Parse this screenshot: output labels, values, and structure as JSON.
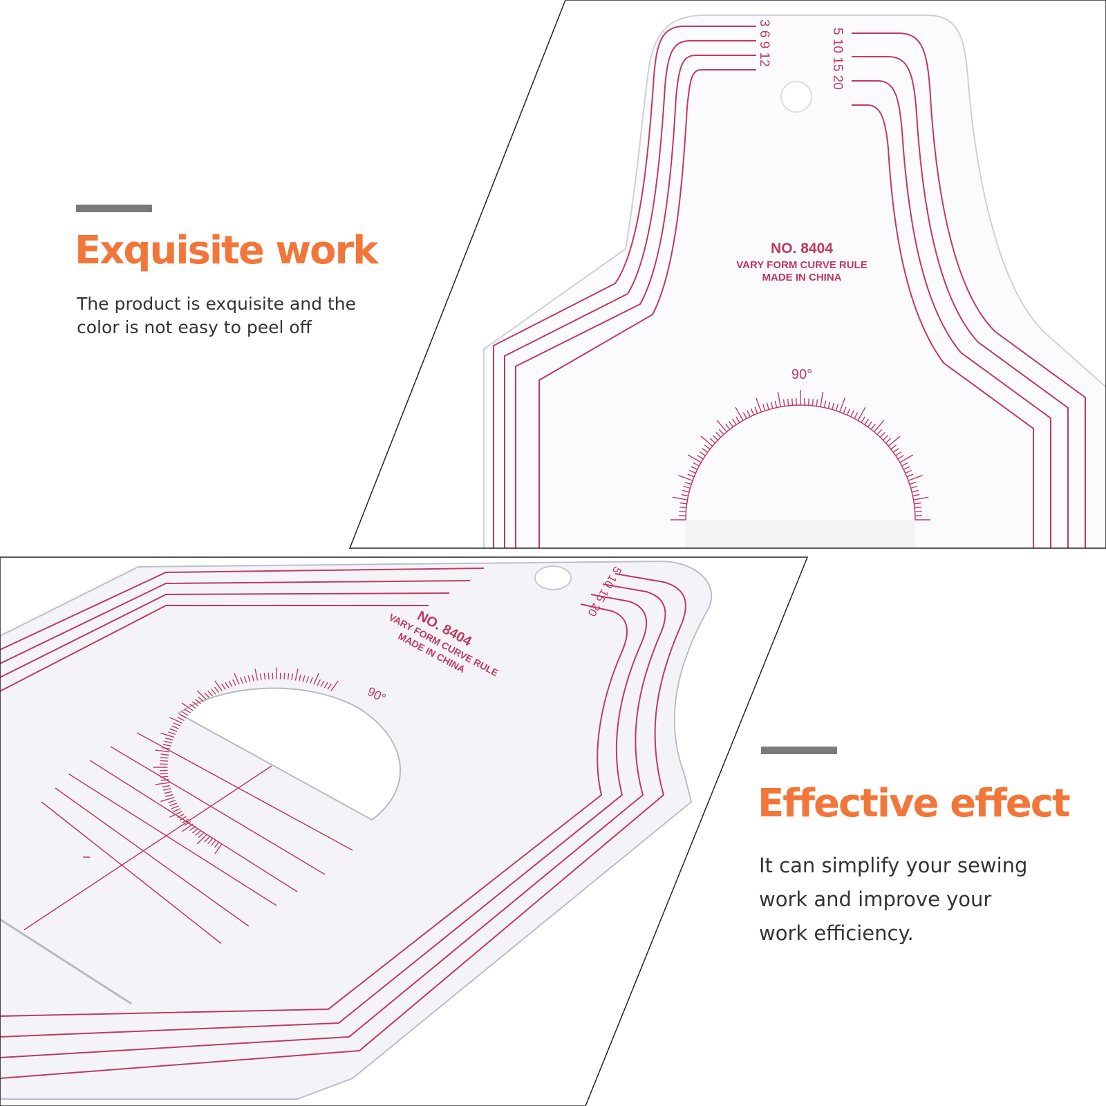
{
  "colors": {
    "accent": "#f2763a",
    "bar": "#7a7a7a",
    "text": "#333333",
    "ruler_line": "#c0395e",
    "frame": "#222222"
  },
  "section_top": {
    "heading": "Exquisite work",
    "description_line1": "The product is exquisite and the",
    "description_line2": "color is not easy to peel off"
  },
  "section_bottom": {
    "heading": "Effective effect",
    "description_line1": "It can simplify your sewing",
    "description_line2": "work and improve your",
    "description_line3": "work efficiency."
  },
  "ruler": {
    "model": "NO. 8404",
    "name": "VARY FORM CURVE RULE",
    "origin": "MADE IN CHINA",
    "angle_label": "90°",
    "left_scale": "3 6 9 12",
    "right_scale": "5 10 15 20"
  }
}
